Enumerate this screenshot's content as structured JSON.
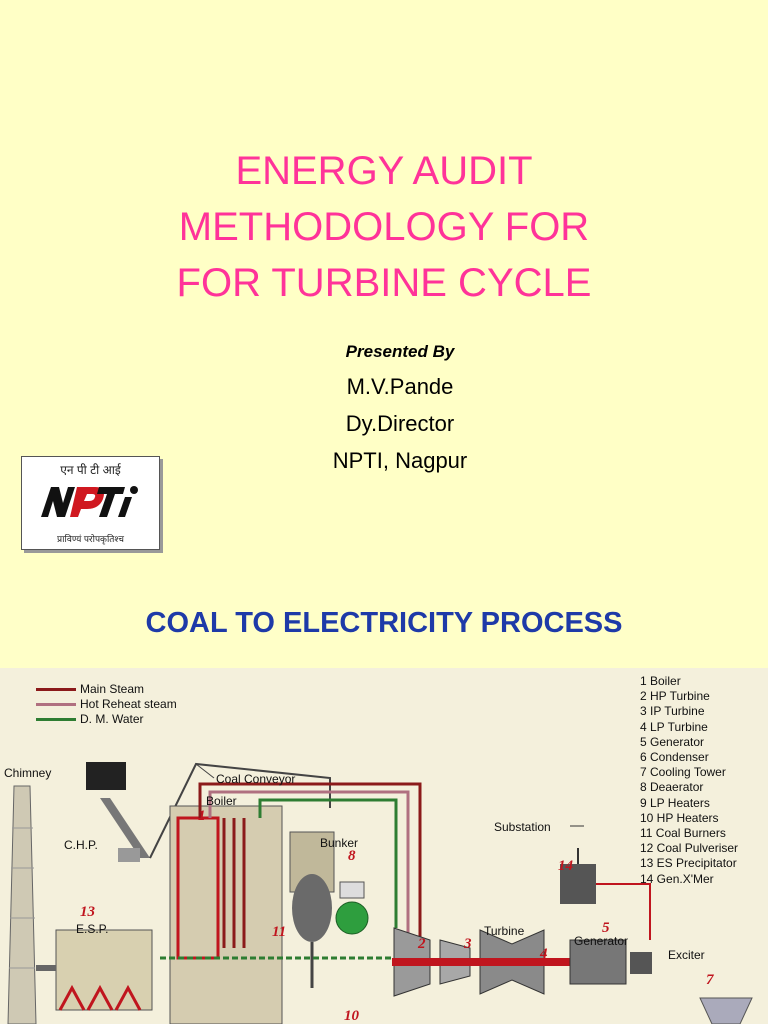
{
  "slide": {
    "title_lines": [
      "ENERGY AUDIT",
      "METHODOLOGY FOR",
      "FOR TURBINE CYCLE"
    ],
    "presented_by": "Presented By",
    "presenter_lines": [
      "M.V.Pande",
      "Dy.Director",
      "NPTI, Nagpur"
    ],
    "logo": {
      "hindi_top": "एन पी टी आई",
      "wordmark": "NPTI",
      "hindi_bottom": "प्राविण्यं परोपकृतिश्च"
    }
  },
  "section": {
    "title": "COAL TO ELECTRICITY PROCESS"
  },
  "diagram": {
    "legend": [
      {
        "label": "Main Steam",
        "color": "#8b1a1a"
      },
      {
        "label": "Hot Reheat steam",
        "color": "#b07080"
      },
      {
        "label": "D. M. Water",
        "color": "#2e7d32"
      }
    ],
    "components": [
      "1 Boiler",
      "2 HP Turbine",
      "3 IP Turbine",
      "4 LP Turbine",
      "5 Generator",
      "6 Condenser",
      "7 Cooling Tower",
      "8 Deaerator",
      "9 LP Heaters",
      "10 HP Heaters",
      "11 Coal Burners",
      "12 Coal Pulveriser",
      "13 ES Precipitator",
      "14 Gen.X'Mer"
    ],
    "labels": {
      "chimney": "Chimney",
      "coal_conveyor": "Coal Conveyor",
      "boiler": "Boiler",
      "chp": "C.H.P.",
      "bunker": "Bunker",
      "esp": "E.S.P.",
      "substation": "Substation",
      "turbine": "Turbine",
      "generator": "Generator",
      "exciter": "Exciter"
    },
    "numbers": {
      "n1": "1",
      "n2": "2",
      "n3": "3",
      "n4": "4",
      "n5": "5",
      "n7": "7",
      "n8": "8",
      "n10": "10",
      "n11": "11",
      "n13": "13",
      "n14": "14"
    }
  }
}
